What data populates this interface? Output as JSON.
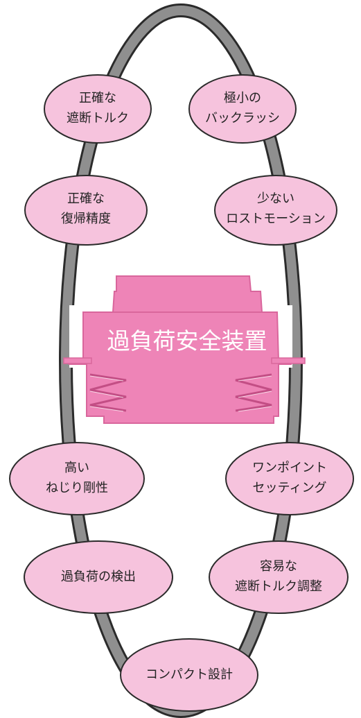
{
  "title": "過負荷安全装置",
  "colors": {
    "bubble_fill": "#f6c3dd",
    "bubble_stroke": "#2b2b2b",
    "device_fill": "#ee84b7",
    "ring_light": "#8a8a8a",
    "ring_dark": "#2b2b2b"
  },
  "features": [
    {
      "line1": "正確な",
      "line2": "遮断トルク"
    },
    {
      "line1": "極小の",
      "line2": "バックラッシ"
    },
    {
      "line1": "正確な",
      "line2": "復帰精度"
    },
    {
      "line1": "少ない",
      "line2": "ロストモーション"
    },
    {
      "line1": "高い",
      "line2": "ねじり剛性"
    },
    {
      "line1": "ワンポイント",
      "line2": "セッティング"
    },
    {
      "line1": "過負荷の検出",
      "line2": ""
    },
    {
      "line1": "容易な",
      "line2": "遮断トルク調整"
    },
    {
      "line1": "コンパクト設計",
      "line2": ""
    }
  ]
}
